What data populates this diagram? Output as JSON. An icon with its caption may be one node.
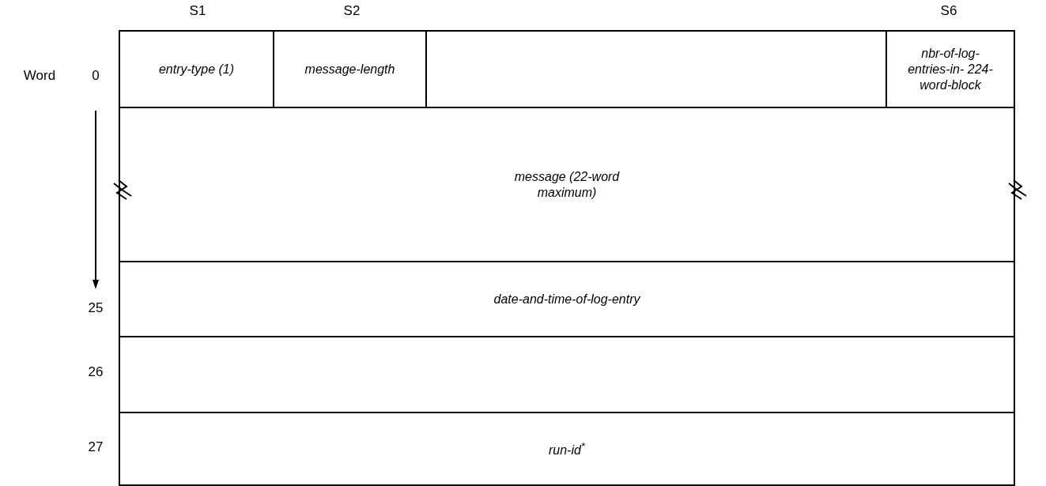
{
  "diagram": {
    "nodes": [
      {
        "text": [
          "entry-type (1)"
        ]
      },
      {
        "text": [
          "message-length"
        ]
      },
      {
        "text": [],
        "shape": "box"
      },
      {
        "text": [
          "nbr-of-log- entries-in- 224-word-block"
        ]
      },
      {
        "text": [
          "message (22-word maximum)"
        ]
      },
      {
        "text": [
          "date-and-time-of-log-entry"
        ]
      },
      {
        "text": [],
        "shape": "box"
      },
      {
        "text": [
          "run-id$^{*}$"
        ]
      }
    ],
    "edges": [],
    "labels": [
      "S1",
      "S2",
      "S6",
      "Word",
      "0",
      "25",
      "26",
      "27"
    ]
  }
}
